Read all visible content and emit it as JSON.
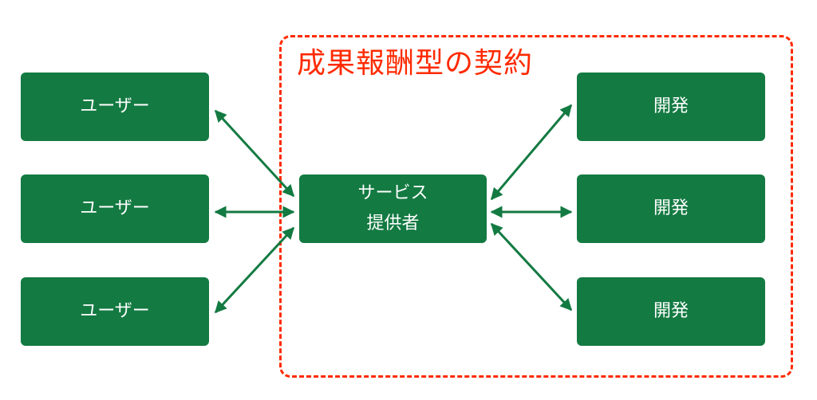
{
  "diagram": {
    "region_title": "成果報酬型の契約",
    "users": [
      "ユーザー",
      "ユーザー",
      "ユーザー"
    ],
    "provider_lines": [
      "サービス",
      "提供者"
    ],
    "developers": [
      "開発",
      "開発",
      "開発"
    ],
    "colors": {
      "node_fill": "#137a42",
      "node_text": "#ffffff",
      "arrow": "#137a42",
      "region_border": "#ff2a00",
      "region_title": "#ff2a00"
    }
  }
}
